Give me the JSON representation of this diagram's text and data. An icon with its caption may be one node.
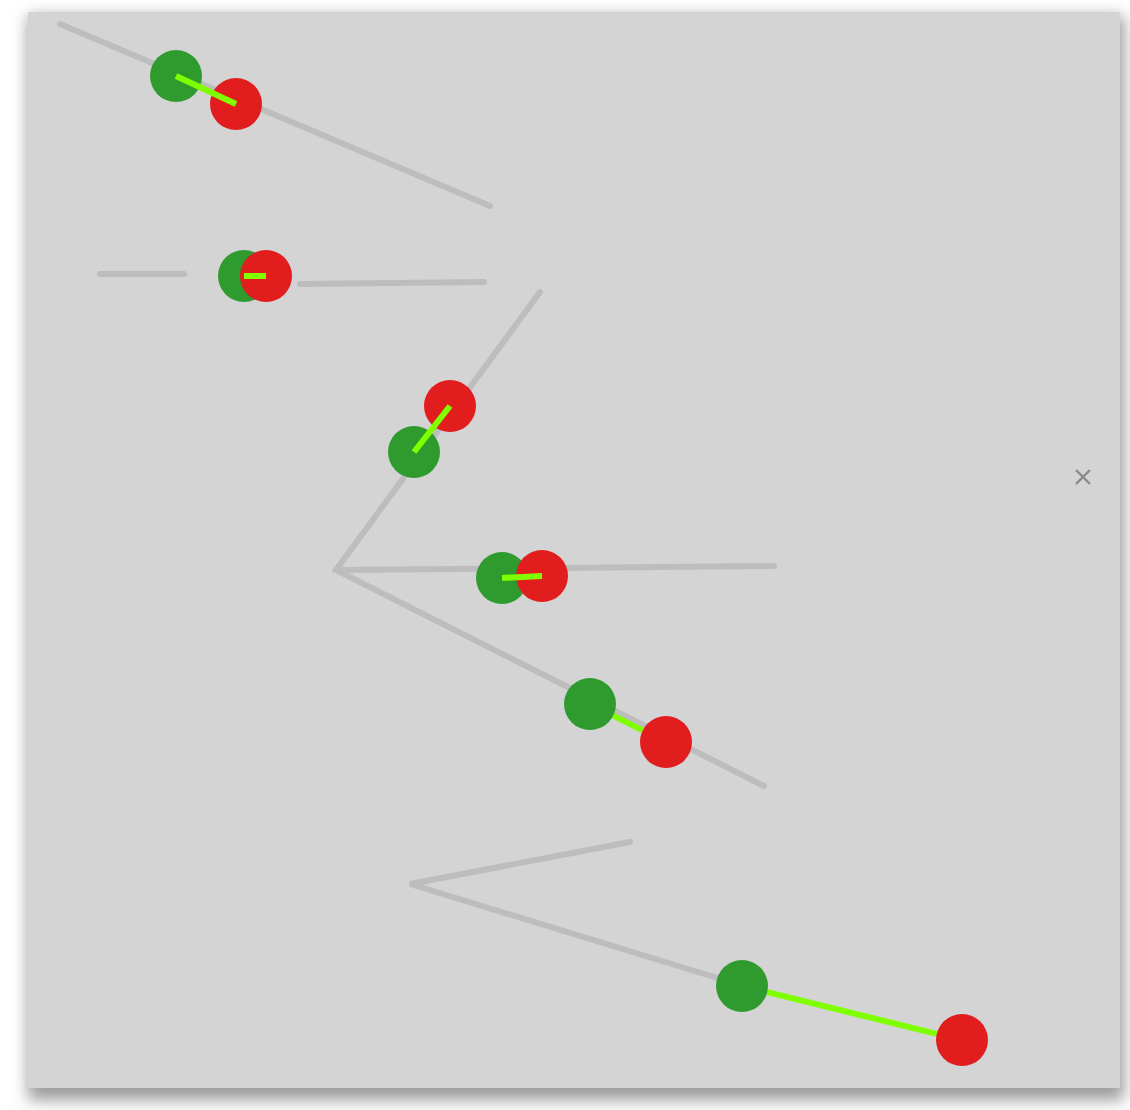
{
  "diagram": {
    "nodes": [
      {
        "text": [],
        "shape": "circle"
      },
      {
        "text": [],
        "shape": "circle"
      },
      {
        "text": [],
        "shape": "circle"
      },
      {
        "text": [],
        "shape": "circle"
      },
      {
        "text": [],
        "shape": "circle"
      },
      {
        "text": [],
        "shape": "circle"
      },
      {
        "text": [],
        "shape": "circle"
      },
      {
        "text": [],
        "shape": "circle"
      },
      {
        "text": [],
        "shape": "circle"
      },
      {
        "text": [],
        "shape": "circle"
      },
      {
        "text": [],
        "shape": "circle"
      },
      {
        "text": [],
        "shape": "circle"
      }
    ],
    "edges": [
      {
        "from": 0,
        "to": 1,
        "arrow": "none"
      },
      {
        "from": 2,
        "to": 3,
        "arrow": "none"
      },
      {
        "from": 5,
        "to": 4,
        "arrow": "none"
      },
      {
        "from": 6,
        "to": 7,
        "arrow": "none"
      },
      {
        "from": 8,
        "to": 9,
        "arrow": "none"
      },
      {
        "from": 10,
        "to": 11,
        "arrow": "none"
      }
    ]
  }
}
